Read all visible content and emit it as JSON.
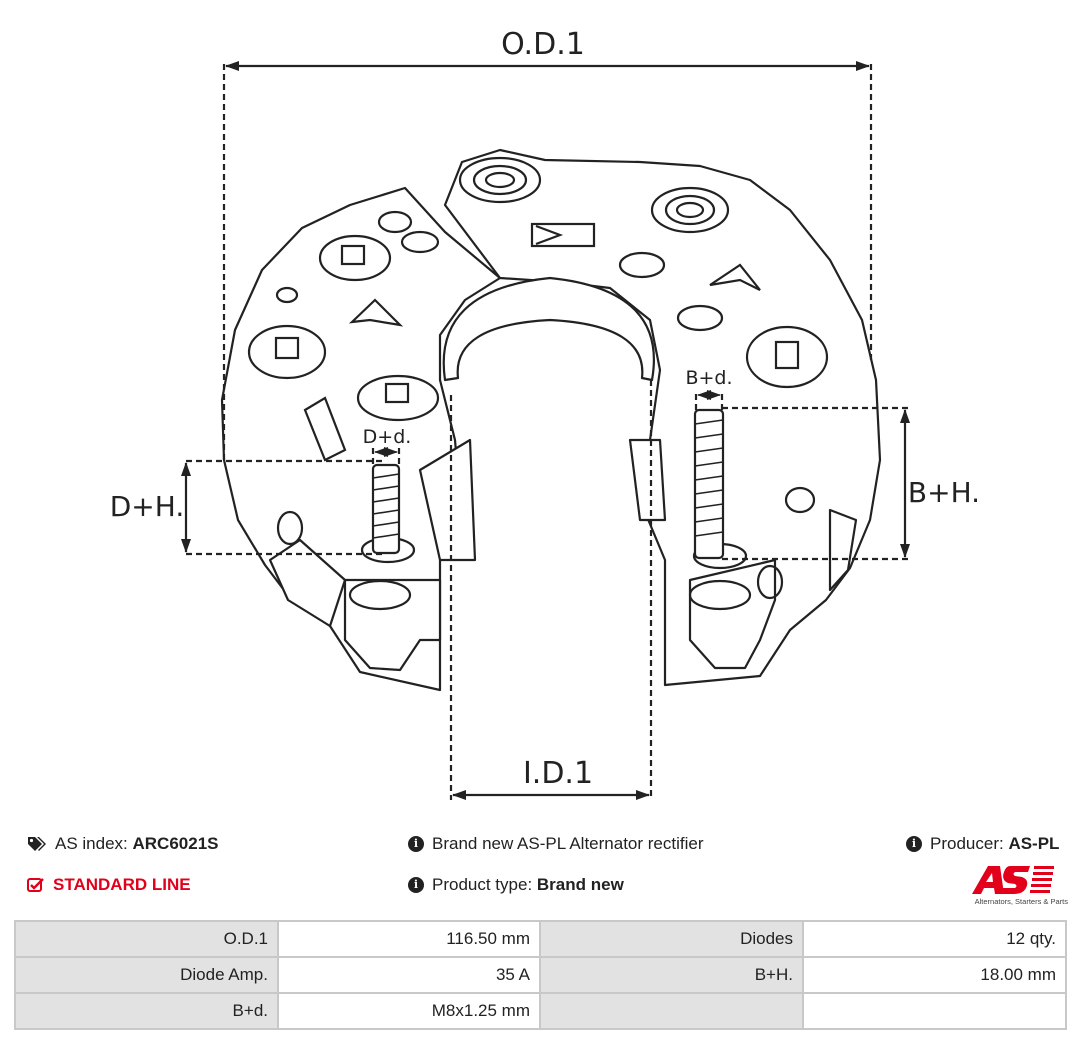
{
  "diagram": {
    "labels": {
      "od1": "O.D.1",
      "id1": "I.D.1",
      "dh": "D+H.",
      "bh": "B+H.",
      "dd": "D+d.",
      "bd": "B+d."
    }
  },
  "info": {
    "as_index_label": "AS index:",
    "as_index_value": "ARC6021S",
    "line": "STANDARD LINE",
    "description": "Brand new AS-PL Alternator rectifier",
    "product_type_label": "Product type:",
    "product_type_value": "Brand new",
    "producer_label": "Producer:",
    "producer_value": "AS-PL",
    "logo_tagline": "Alternators, Starters & Parts"
  },
  "colors": {
    "accent": "#e3001b",
    "header_bg": "#e2e2e2",
    "border": "#c8c8c8"
  },
  "specs": [
    {
      "k1": "O.D.1",
      "v1": "116.50 mm",
      "k2": "Diodes",
      "v2": "12 qty."
    },
    {
      "k1": "Diode Amp.",
      "v1": "35 A",
      "k2": "B+H.",
      "v2": "18.00 mm"
    },
    {
      "k1": "B+d.",
      "v1": "M8x1.25 mm",
      "k2": "",
      "v2": ""
    }
  ]
}
